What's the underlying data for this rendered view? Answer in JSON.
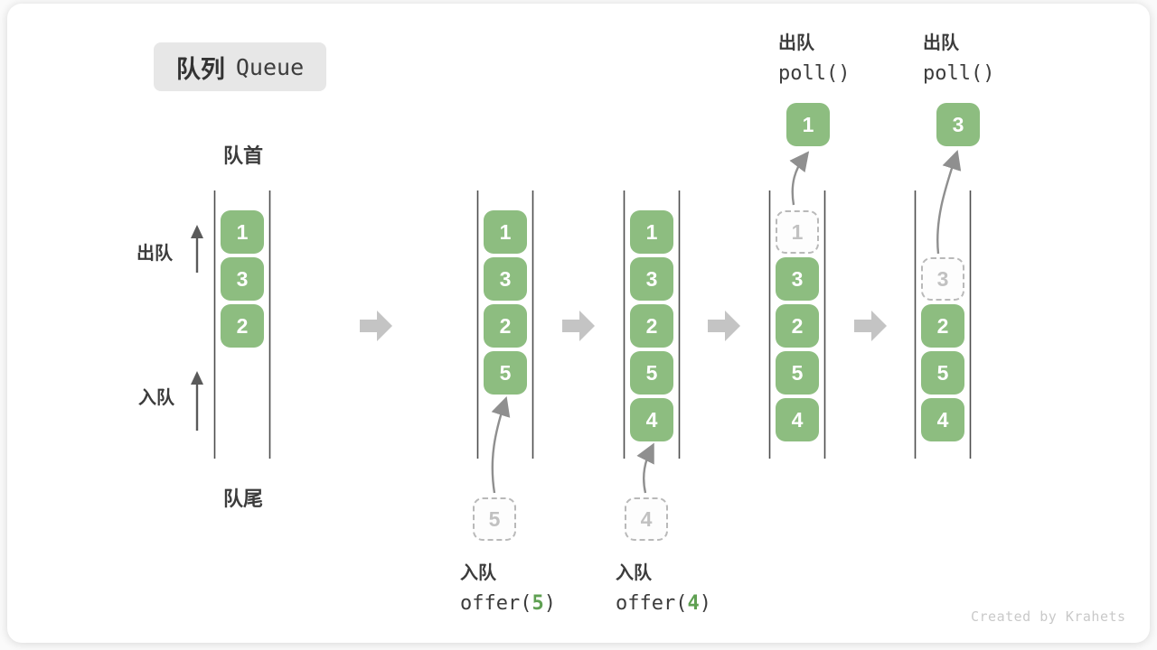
{
  "title": {
    "zh": "队列",
    "en": "Queue"
  },
  "axis_labels": {
    "front": "队首",
    "rear": "队尾",
    "dequeue": "出队",
    "enqueue": "入队"
  },
  "operations": {
    "offer5": {
      "label": "入队",
      "code_pre": "offer(",
      "code_arg": "5",
      "code_post": ")"
    },
    "offer4": {
      "label": "入队",
      "code_pre": "offer(",
      "code_arg": "4",
      "code_post": ")"
    },
    "poll1": {
      "label": "出队",
      "code": "poll()"
    },
    "poll2": {
      "label": "出队",
      "code": "poll()"
    }
  },
  "queues": [
    {
      "state": "initial",
      "items": [
        {
          "value": "1",
          "kind": "solid"
        },
        {
          "value": "3",
          "kind": "solid"
        },
        {
          "value": "2",
          "kind": "solid"
        }
      ]
    },
    {
      "state": "after-offer-5",
      "items": [
        {
          "value": "1",
          "kind": "solid"
        },
        {
          "value": "3",
          "kind": "solid"
        },
        {
          "value": "2",
          "kind": "solid"
        },
        {
          "value": "5",
          "kind": "solid"
        }
      ],
      "incoming_value": "5"
    },
    {
      "state": "after-offer-4",
      "items": [
        {
          "value": "1",
          "kind": "solid"
        },
        {
          "value": "3",
          "kind": "solid"
        },
        {
          "value": "2",
          "kind": "solid"
        },
        {
          "value": "5",
          "kind": "solid"
        },
        {
          "value": "4",
          "kind": "solid"
        }
      ],
      "incoming_value": "4"
    },
    {
      "state": "after-poll-1",
      "items": [
        {
          "value": "1",
          "kind": "ghost"
        },
        {
          "value": "3",
          "kind": "solid"
        },
        {
          "value": "2",
          "kind": "solid"
        },
        {
          "value": "5",
          "kind": "solid"
        },
        {
          "value": "4",
          "kind": "solid"
        }
      ],
      "removed_value": "1"
    },
    {
      "state": "after-poll-3",
      "items": [
        {
          "value": "3",
          "kind": "ghost"
        },
        {
          "value": "2",
          "kind": "solid"
        },
        {
          "value": "5",
          "kind": "solid"
        },
        {
          "value": "4",
          "kind": "solid"
        }
      ],
      "removed_value": "3"
    }
  ],
  "watermark": "Created by Krahets",
  "colors": {
    "item_green": "#8dbd80",
    "code_arg_green": "#5fa052",
    "ghost_border": "#b9b9b9",
    "ghost_text": "#c1c1c1",
    "wall_line": "#4d4d4d",
    "block_arrow": "#c4c4c4",
    "curve_arrow": "#8f8f8f",
    "text_dark": "#3c3c3c",
    "badge_bg": "#e7e7e7",
    "watermark_gray": "#c9c9c9"
  }
}
